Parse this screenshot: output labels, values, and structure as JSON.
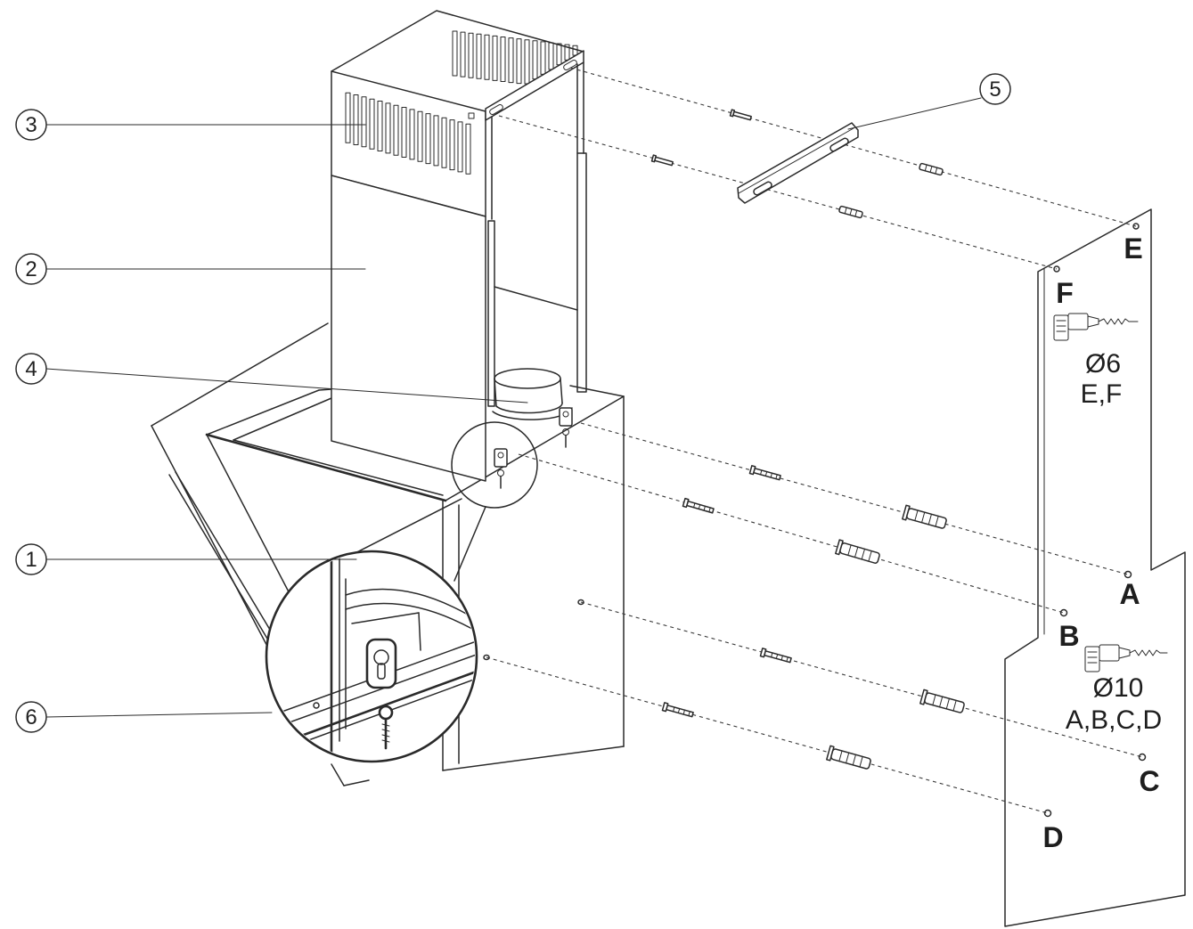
{
  "callouts": {
    "one": "1",
    "two": "2",
    "three": "3",
    "four": "4",
    "five": "5",
    "six": "6"
  },
  "wall_holes": {
    "a": "A",
    "b": "B",
    "c": "C",
    "d": "D",
    "e": "E",
    "f": "F"
  },
  "drill_specs": {
    "upper": {
      "diameter": "Ø6",
      "holes": "E,F"
    },
    "lower": {
      "diameter": "Ø10",
      "holes": "A,B,C,D"
    }
  }
}
